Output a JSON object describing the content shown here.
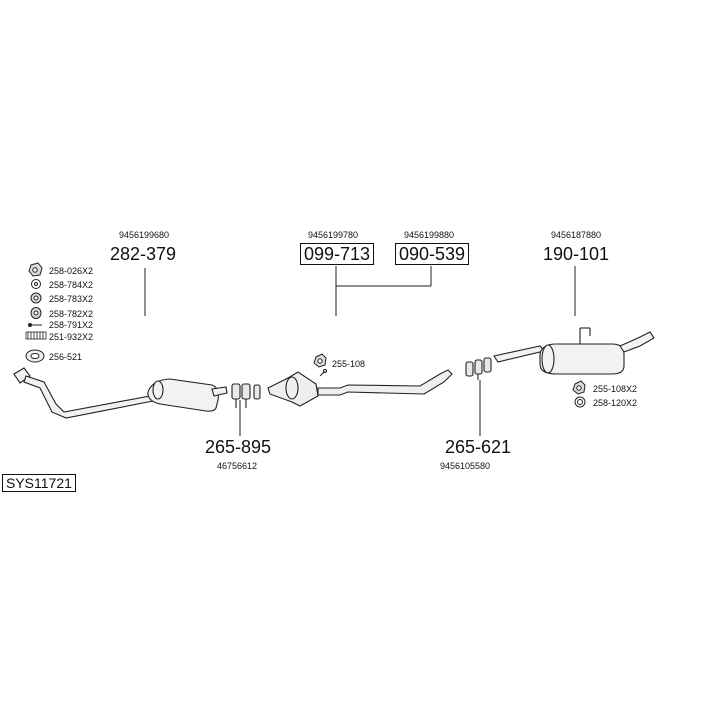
{
  "system_code": "SYS11721",
  "parts": [
    {
      "id": "front-pipe",
      "number": "282-379",
      "oem": "9456199680"
    },
    {
      "id": "cat-a",
      "number": "099-713",
      "oem": "9456199780",
      "boxed": true
    },
    {
      "id": "cat-b",
      "number": "090-539",
      "oem": "9456199880",
      "boxed": true
    },
    {
      "id": "rear-silencer",
      "number": "190-101",
      "oem": "9456187880"
    },
    {
      "id": "clamp-front",
      "number": "265-895",
      "oem": "46756612"
    },
    {
      "id": "clamp-rear",
      "number": "265-621",
      "oem": "9456105580"
    }
  ],
  "fittings_left": [
    "258-026X2",
    "258-784X2",
    "258-783X2",
    "258-782X2",
    "258-791X2",
    "251-932X2",
    "256-521"
  ],
  "fittings_mid": [
    "255-108"
  ],
  "fittings_right": [
    "255-108X2",
    "258-120X2"
  ]
}
